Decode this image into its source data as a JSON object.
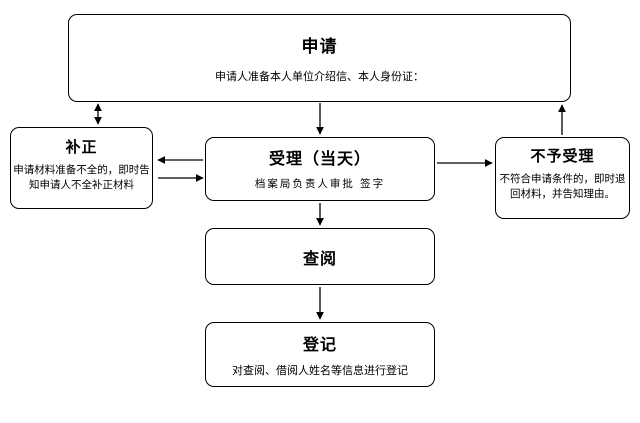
{
  "diagram": {
    "type": "flowchart",
    "nodes": [
      {
        "id": "apply",
        "title": "申请",
        "desc": "申请人准备本人单位介绍信、本人身份证："
      },
      {
        "id": "correct",
        "title": "补正",
        "desc": "申请材料准备不全的，即时告知申请人不全补正材料"
      },
      {
        "id": "accept",
        "title": "受理（当天）",
        "desc": "档案局负责人审批    签字"
      },
      {
        "id": "reject",
        "title": "不予受理",
        "desc": "不符合申请条件的，即时退回材料，并告知理由。"
      },
      {
        "id": "consult",
        "title": "查阅",
        "desc": ""
      },
      {
        "id": "register",
        "title": "登记",
        "desc": "对查阅、借阅人姓名等信息进行登记"
      }
    ]
  }
}
